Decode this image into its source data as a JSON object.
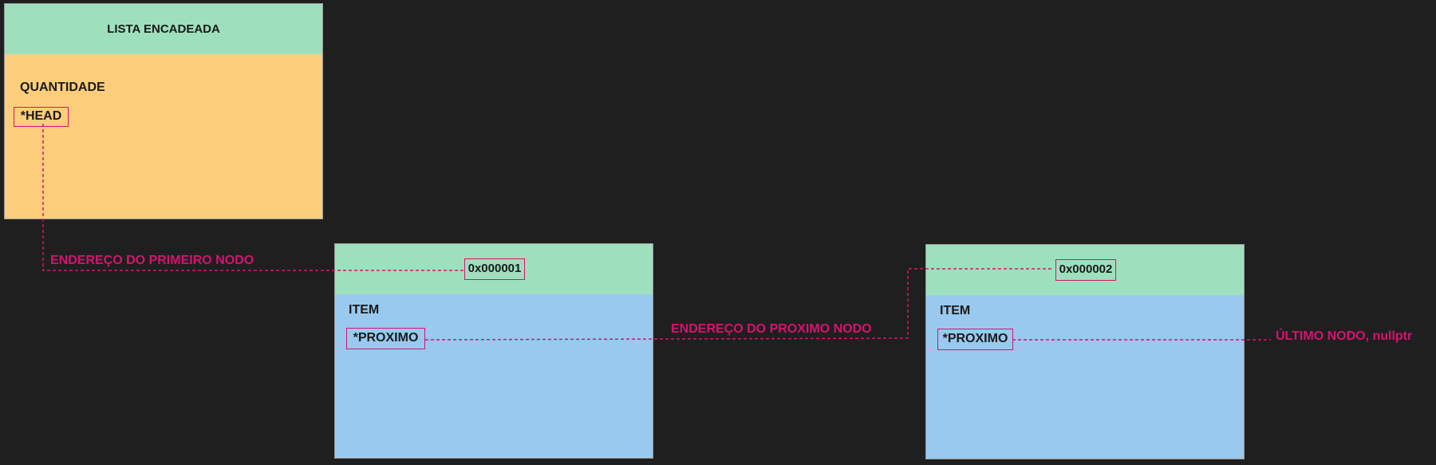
{
  "list": {
    "title": "LISTA ENCADEADA",
    "quantity_label": "QUANTIDADE",
    "head_label": "*HEAD"
  },
  "nodes": [
    {
      "address": "0x000001",
      "item_label": "ITEM",
      "next_label": "*PROXIMO"
    },
    {
      "address": "0x000002",
      "item_label": "ITEM",
      "next_label": "*PROXIMO"
    }
  ],
  "annotations": {
    "first_node": "ENDEREÇO DO PRIMEIRO NODO",
    "next_node": "ENDEREÇO DO PROXIMO NODO",
    "last_node": "ÚLTIMO NODO, nullptr"
  },
  "colors": {
    "background": "#1f1f1f",
    "header_green": "#9ee0bd",
    "list_body": "#fcce7c",
    "node_body": "#99c9ee",
    "pointer_accent": "#d6136f"
  }
}
